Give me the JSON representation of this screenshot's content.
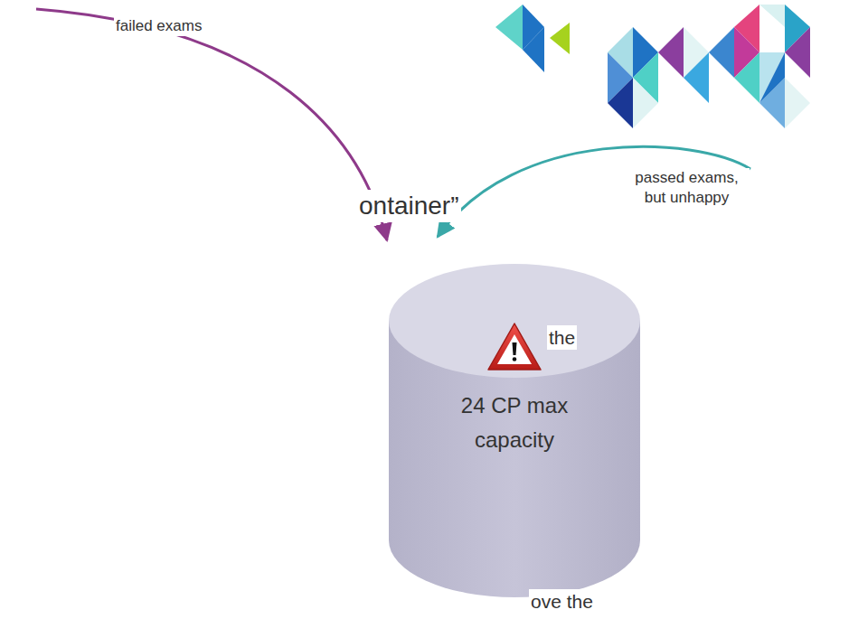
{
  "diagram": {
    "nodes": [
      {
        "text": [
          "24 CP max capacity"
        ]
      }
    ],
    "labels": [
      "failed exams",
      "ontainer”",
      "passed exams, but unhappy",
      "the",
      "ove the"
    ]
  }
}
